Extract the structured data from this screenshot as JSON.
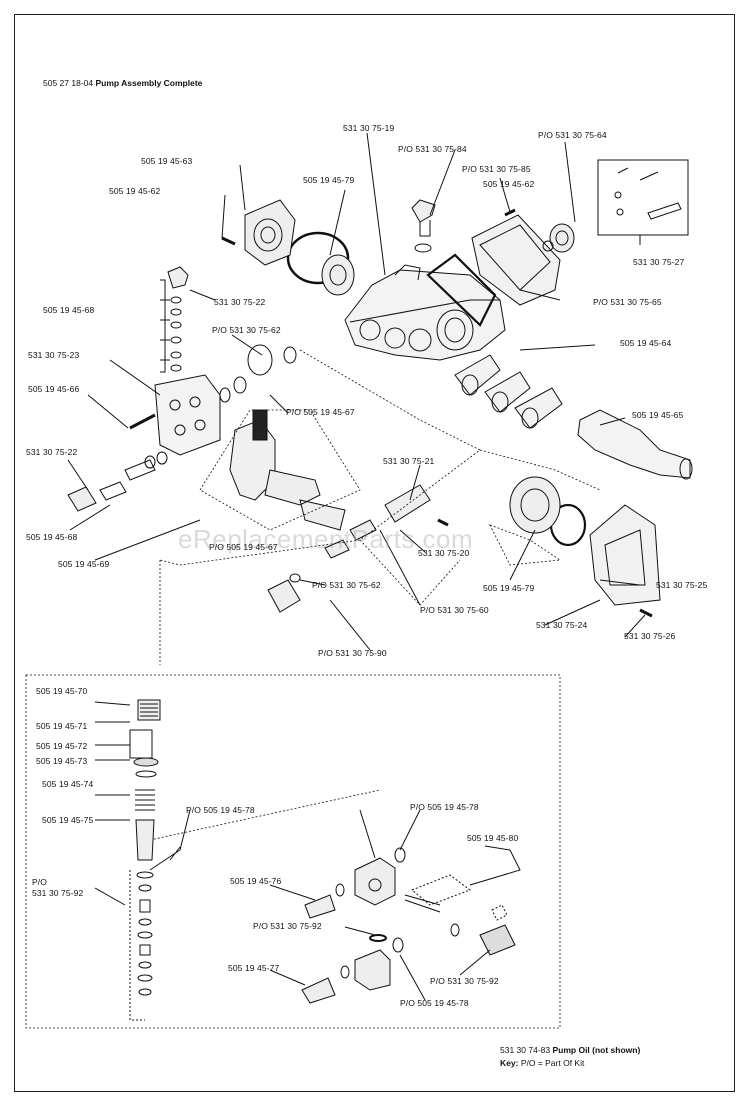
{
  "title": {
    "part_number": "505 27 18-04",
    "text": "Pump Assembly Complete"
  },
  "watermark": "eReplacementParts.com",
  "footer": {
    "pump_oil_number": "531 30 74-83",
    "pump_oil_text": "Pump Oil  (not shown)",
    "key_label": "Key:",
    "key_text": "P/O = Part Of Kit"
  },
  "callouts": [
    "531 30 75-19",
    "P/O 531 30 75-64",
    "P/O 531 30 75-84",
    "P/O 531 30 75-85",
    "505 19 45-62",
    "505 19 45-63",
    "505 19 45-62",
    "505 19 45-79",
    "531 30 75-27",
    "531 30 75-22",
    "505 19 45-68",
    "P/O 531 30 75-65",
    "P/O 531 30 75-62",
    "531 30 75-23",
    "505 19 45-64",
    "505 19 45-66",
    "P/O 505 19 45-67",
    "505 19 45-65",
    "531 30 75-22",
    "531 30 75-21",
    "505 19 45-68",
    "P/O 505 19 45-67",
    "531 30 75-20",
    "505 19 45-69",
    "P/O 531 30 75-62",
    "505 19 45-79",
    "531 30 75-25",
    "P/O 531 30 75-60",
    "531 30 75-24",
    "531 30 75-26",
    "P/O 531 30 75-90",
    "505 19 45-70",
    "505 19 45-71",
    "505 19 45-72",
    "505 19 45-73",
    "505 19 45-74",
    "P/O 505 19 45-78",
    "P/O 505 19 45-78",
    "505 19 45-75",
    "505 19 45-80",
    "P/O",
    "531 30 75-92",
    "505 19 45-76",
    "P/O 531 30 75-92",
    "505 19 45-77",
    "P/O 531 30 75-92",
    "P/O 505 19 45-78"
  ]
}
